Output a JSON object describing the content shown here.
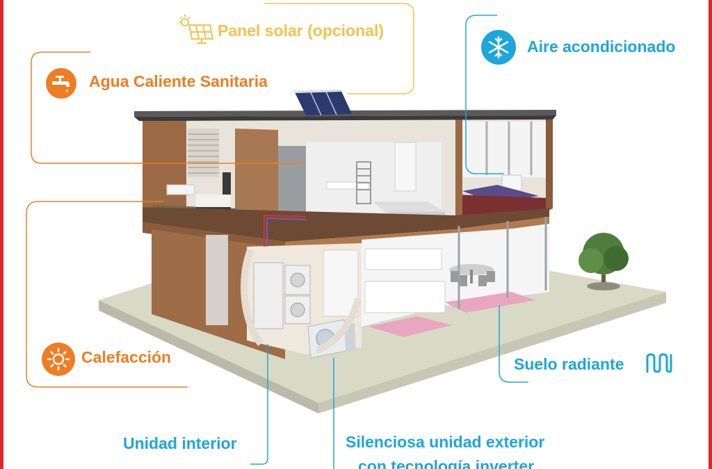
{
  "labels": {
    "solar": "Panel solar (opcional)",
    "agua": "Agua Caliente Sanitaria",
    "aire": "Aire acondicionado",
    "calefaccion": "Calefacción",
    "suelo": "Suelo radiante",
    "unidad_interior": "Unidad interior",
    "unidad_exterior_line1": "Silenciosa unidad exterior",
    "unidad_exterior_line2": "con tecnología inverter"
  },
  "colors": {
    "orange": "#ee7d23",
    "blue": "#1ea5dc",
    "yellow": "#f3c24c",
    "frame": "#e0262d"
  },
  "icons": {
    "solar": "solar-panel-icon",
    "agua": "faucet-icon",
    "aire": "snowflake-icon",
    "calefaccion": "sun-icon",
    "suelo": "radiant-floor-icon"
  }
}
